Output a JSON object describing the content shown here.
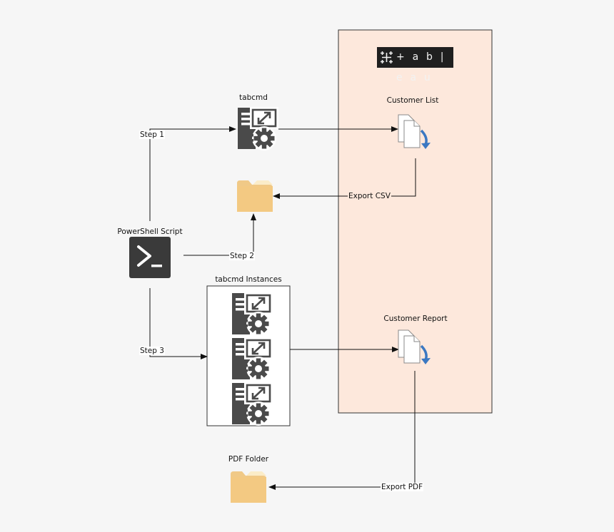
{
  "labels": {
    "tabcmd": "tabcmd",
    "powershell": "PowerShell Script",
    "instances": "tabcmd Instances",
    "customer_list": "Customer List",
    "customer_report": "Customer Report",
    "pdf_folder": "PDF Folder",
    "step1": "Step 1",
    "step2": "Step 2",
    "step3": "Step 3",
    "export_csv": "Export CSV",
    "export_pdf": "Export PDF"
  },
  "logo": {
    "wordmark": "+ a b | e a u"
  },
  "colors": {
    "background": "#f6f6f6",
    "tableau_panel": "#fde8dc",
    "folder": "#f0c987",
    "server_icon": "#4a4a4a",
    "powershell_icon": "#3a3a3a",
    "doc_arrow": "#3b78c2",
    "logo_bg": "#1f1f1f"
  },
  "icons": {
    "server": "server-gear-icon",
    "folder": "folder-icon",
    "document": "document-export-icon",
    "powershell": "powershell-icon",
    "logo": "tableau-logo-icon"
  }
}
